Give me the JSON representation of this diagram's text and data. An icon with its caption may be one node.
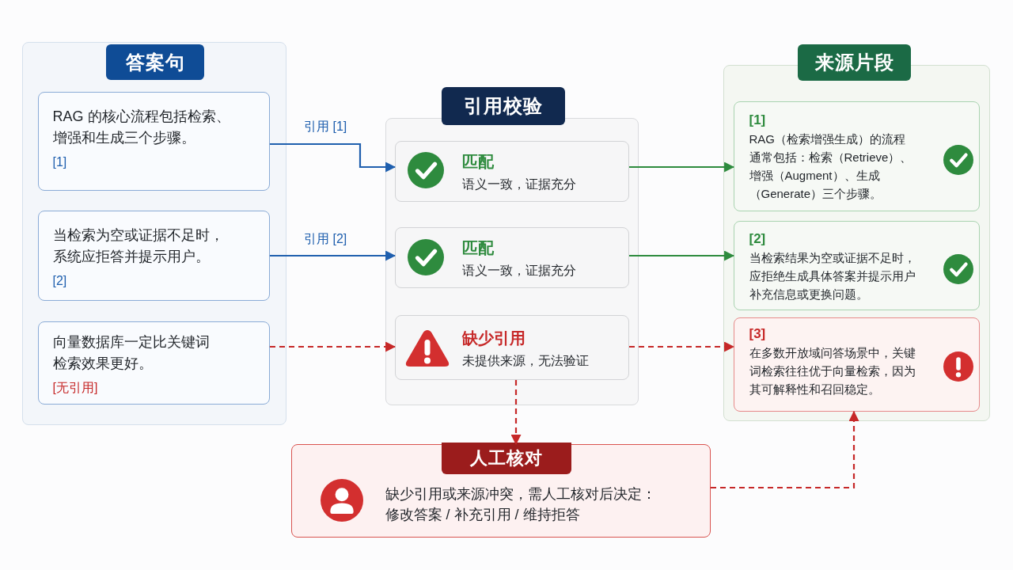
{
  "diagram": {
    "nodes": [
      {
        "text": [
          "答案句"
        ]
      },
      {
        "text": [
          "RAG 的核心流程包括检索、增强和生成三个步骤。",
          "[1]"
        ],
        "in": 0
      },
      {
        "text": [
          "当检索为空或证据不足时，系统应拒答并提示用户。",
          "[2]"
        ],
        "in": 0
      },
      {
        "text": [
          "向量数据库一定比关键词检索效果更好。",
          "[无引用]"
        ],
        "in": 0
      },
      {
        "text": [
          "引用校验"
        ]
      },
      {
        "text": [
          "匹配",
          "语义一致，证据充分"
        ],
        "in": 4
      },
      {
        "text": [
          "匹配",
          "语义一致，证据充分"
        ],
        "in": 4
      },
      {
        "text": [
          "缺少引用",
          "未提供来源，无法验证"
        ],
        "in": 4
      },
      {
        "text": [
          "来源片段"
        ]
      },
      {
        "text": [
          "[1]",
          "RAG（检索增强生成）的流程通常包括：检索（Retrieve）、增强（Augment）、生成（Generate）三个步骤。"
        ],
        "in": 8
      },
      {
        "text": [
          "[2]",
          "当检索结果为空或证据不足时，应拒绝生成具体答案并提示用户补充信息或更换问题。"
        ],
        "in": 8
      },
      {
        "text": [
          "[3]",
          "在多数开放域问答场景中，关键词检索往往优于向量检索，因为其可解释性和召回稳定。"
        ],
        "in": 8
      },
      {
        "text": [
          "人工核对",
          "缺少引用或来源冲突，需人工核对后决定：修改答案 / 补充引用 / 维持拒答"
        ]
      }
    ],
    "edges": [
      {
        "from": 1,
        "to": 5,
        "arrow": "to",
        "label": "引用 [1]",
        "color": "#1f5fae"
      },
      {
        "from": 2,
        "to": 6,
        "arrow": "to",
        "label": "引用 [2]",
        "color": "#1f5fae"
      },
      {
        "from": 3,
        "to": 7,
        "arrow": "to",
        "style": "dashed",
        "color": "#c62828"
      },
      {
        "from": 5,
        "to": 9,
        "arrow": "to",
        "color": "#2e8b3e"
      },
      {
        "from": 6,
        "to": 10,
        "arrow": "to",
        "color": "#2e8b3e"
      },
      {
        "from": 7,
        "to": 11,
        "arrow": "to",
        "style": "dashed",
        "color": "#c62828"
      },
      {
        "from": 7,
        "to": 12,
        "arrow": "to",
        "style": "dashed",
        "color": "#c62828"
      },
      {
        "from": 12,
        "to": 11,
        "arrow": "to",
        "style": "dashed",
        "color": "#c62828"
      }
    ]
  }
}
